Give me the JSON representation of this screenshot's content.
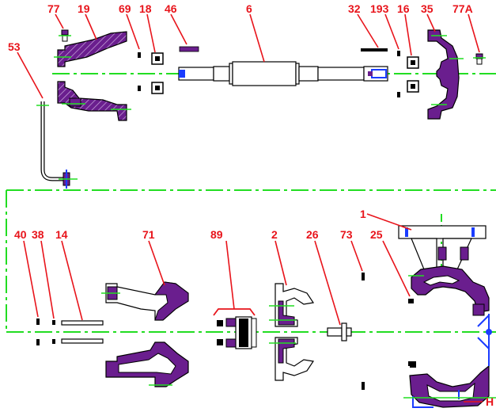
{
  "colors": {
    "callout": "#e8141b",
    "centerline": "#22dd22",
    "part_fill": "#6a1e8e",
    "outline": "#000000",
    "bolt": "#1a3cff"
  },
  "callouts": {
    "c77": "77",
    "c19": "19",
    "c69": "69",
    "c18": "18",
    "c46": "46",
    "c6": "6",
    "c32": "32",
    "c193": "193",
    "c16": "16",
    "c35": "35",
    "c77a": "77A",
    "c53": "53",
    "c40": "40",
    "c38": "38",
    "c14": "14",
    "c71": "71",
    "c89": "89",
    "c2": "2",
    "c26": "26",
    "c73": "73",
    "c25": "25",
    "c1": "1",
    "cH": "H"
  }
}
